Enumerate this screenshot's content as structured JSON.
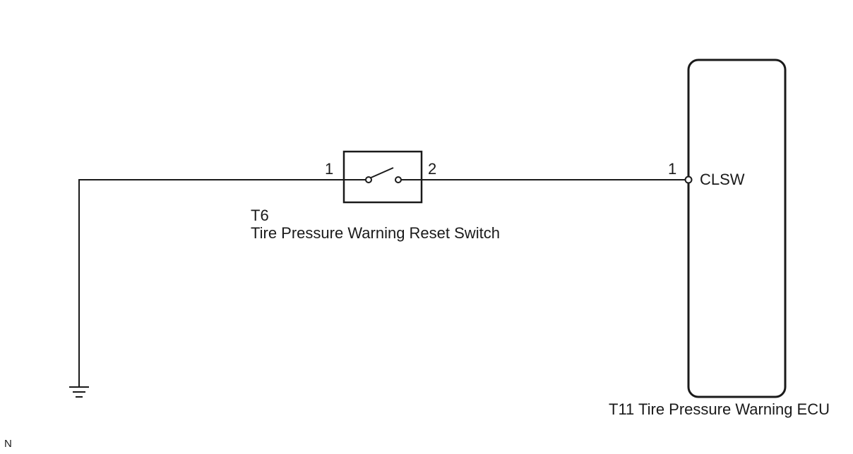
{
  "switch": {
    "connector": "T6",
    "name": "Tire Pressure Warning Reset Switch",
    "pin_left": "1",
    "pin_right": "2"
  },
  "ecu": {
    "label": "T11 Tire Pressure Warning ECU",
    "pin": "1",
    "terminal": "CLSW"
  },
  "corner_mark": "N"
}
